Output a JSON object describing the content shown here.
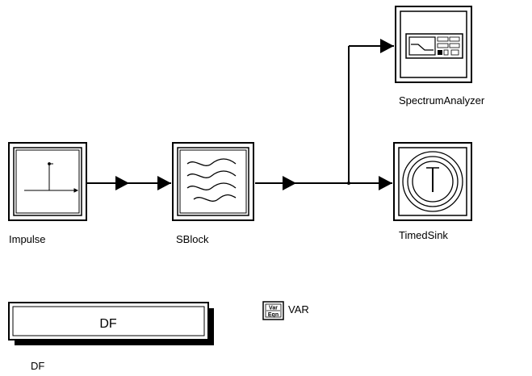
{
  "blocks": {
    "impulse": {
      "label": "Impulse"
    },
    "sblock": {
      "label": "SBlock"
    },
    "spectrum": {
      "label": "SpectrumAnalyzer"
    },
    "timedsink": {
      "label": "TimedSink"
    },
    "df": {
      "label": "DF",
      "box_text": "DF"
    },
    "var": {
      "label": "VAR",
      "icon_top": "Var",
      "icon_bottom": "Eqn"
    }
  },
  "colors": {
    "line": "#000000",
    "background": "#ffffff"
  }
}
